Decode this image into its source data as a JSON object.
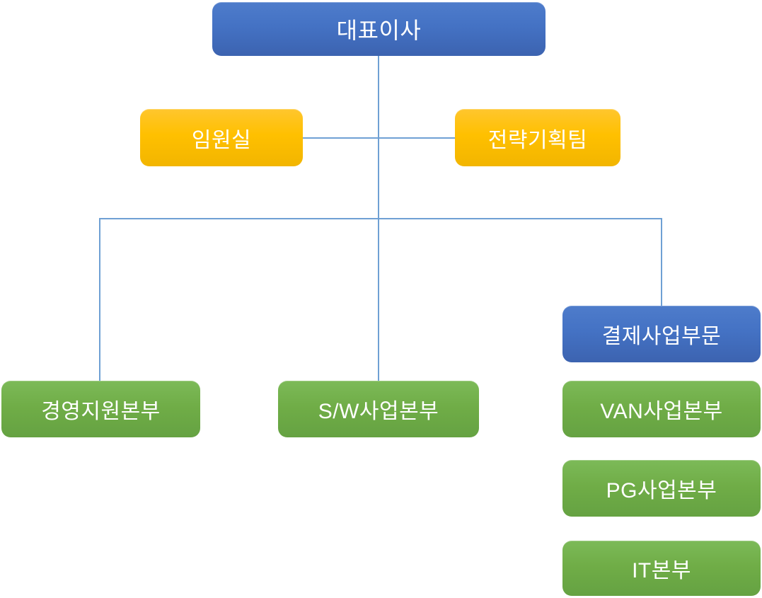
{
  "org_chart": {
    "type": "org-chart",
    "nodes": [
      {
        "id": "ceo",
        "label": "대표이사",
        "color": "#4472C4",
        "level": 1,
        "parent": null
      },
      {
        "id": "executive-office",
        "label": "임원실",
        "color": "#FFC000",
        "level": 2,
        "parent": "ceo"
      },
      {
        "id": "strategy-planning-team",
        "label": "전략기획팀",
        "color": "#FFC000",
        "level": 2,
        "parent": "ceo"
      },
      {
        "id": "management-support-division",
        "label": "경영지원본부",
        "color": "#70AD47",
        "level": 3,
        "parent": "ceo"
      },
      {
        "id": "sw-business-division",
        "label": "S/W사업본부",
        "color": "#70AD47",
        "level": 3,
        "parent": "ceo"
      },
      {
        "id": "payment-business-division",
        "label": "결제사업부문",
        "color": "#4472C4",
        "level": 3,
        "parent": "ceo"
      },
      {
        "id": "van-business-division",
        "label": "VAN사업본부",
        "color": "#70AD47",
        "level": 4,
        "parent": "payment-business-division"
      },
      {
        "id": "pg-business-division",
        "label": "PG사업본부",
        "color": "#70AD47",
        "level": 4,
        "parent": "payment-business-division"
      },
      {
        "id": "it-division",
        "label": "IT본부",
        "color": "#70AD47",
        "level": 4,
        "parent": "payment-business-division"
      }
    ],
    "colors": {
      "blue_fill": "#4472C4",
      "yellow_fill": "#FFC000",
      "green_fill": "#70AD47",
      "connector_line": "#6FA0D4",
      "label_text": "#FFFFFF",
      "background": "#FFFFFF"
    }
  }
}
